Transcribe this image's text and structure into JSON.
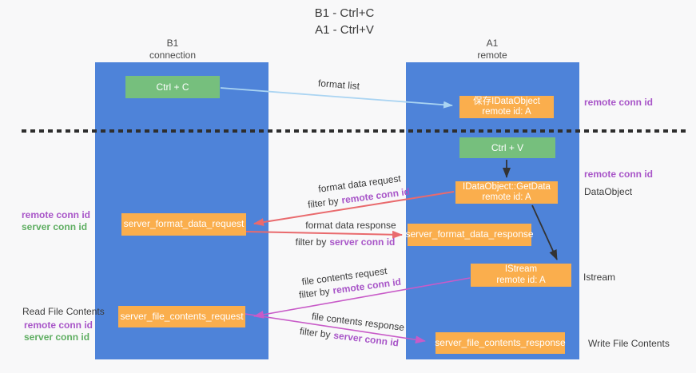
{
  "title": {
    "line1": "B1 - Ctrl+C",
    "line2": "A1 - Ctrl+V"
  },
  "lanes": {
    "left": {
      "name": "B1",
      "role": "connection"
    },
    "right": {
      "name": "A1",
      "role": "remote"
    }
  },
  "boxes": {
    "ctrl_c": {
      "label": "Ctrl + C"
    },
    "ctrl_v": {
      "label": "Ctrl + V"
    },
    "save_dataobject": {
      "line1": "保存IDataObject",
      "line2": "remote id: A"
    },
    "getdata": {
      "line1": "IDataObject::GetData",
      "line2": "remote id: A"
    },
    "istream": {
      "line1": "IStream",
      "line2": "remote id: A"
    },
    "format_request": {
      "label": "server_format_data_request"
    },
    "format_response": {
      "label": "server_format_data_response"
    },
    "file_request": {
      "label": "server_file_contents_request"
    },
    "file_response": {
      "label": "server_file_contents_response"
    }
  },
  "edge_labels": {
    "format_list": "format list",
    "format_data_request": "format data request",
    "format_data_response": "format data response",
    "file_contents_request": "file contents request",
    "file_contents_response": "file contents response",
    "filter_by": "filter by",
    "remote_conn_id": "remote conn id",
    "server_conn_id": "server conn id"
  },
  "annotations": {
    "right_remote_conn_id_top": "remote conn id",
    "right_remote_conn_id_mid": "remote conn id",
    "dataobject": "DataObject",
    "istream": "Istream",
    "write_file_contents": "Write File Contents",
    "left_remote_conn_id_top": "remote conn id",
    "left_server_conn_id_top": "server conn id",
    "read_file_contents": "Read File Contents",
    "left_remote_conn_id_bottom": "remote conn id",
    "left_server_conn_id_bottom": "server conn id"
  },
  "colors": {
    "lane_blue": "#4E83D9",
    "box_orange": "#FAAE4D",
    "box_green": "#76BF7D",
    "arrow_red": "#E96A6D",
    "arrow_magenta": "#C85BC8",
    "arrow_lightblue": "#AAD4F2",
    "arrow_black": "#333333",
    "text_purple": "#A855C8",
    "text_green": "#5FAE62"
  }
}
